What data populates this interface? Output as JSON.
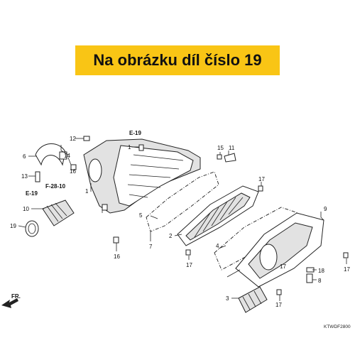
{
  "banner": {
    "text": "Na obrázku díl číslo 19",
    "color": "#f9c515"
  },
  "callouts": {
    "c1a": "1",
    "c1b": "1",
    "c2": "2",
    "c3": "3",
    "c4": "4",
    "c5": "5",
    "c6": "6",
    "c7": "7",
    "c8": "8",
    "c9": "9",
    "c10": "10",
    "c11": "11",
    "c12": "12",
    "c13": "13",
    "c14": "14",
    "c15": "15",
    "c16a": "16",
    "c16b": "16",
    "c17a": "17",
    "c17b": "17",
    "c17c": "17",
    "c17d": "17",
    "c17e": "17",
    "c18": "18",
    "c19": "19"
  },
  "references": {
    "e19_top": "E-19",
    "e19_left": "E-19",
    "f28": "F-28-10"
  },
  "direction_label": "FR.",
  "diagram_code": "KTWDF2800"
}
